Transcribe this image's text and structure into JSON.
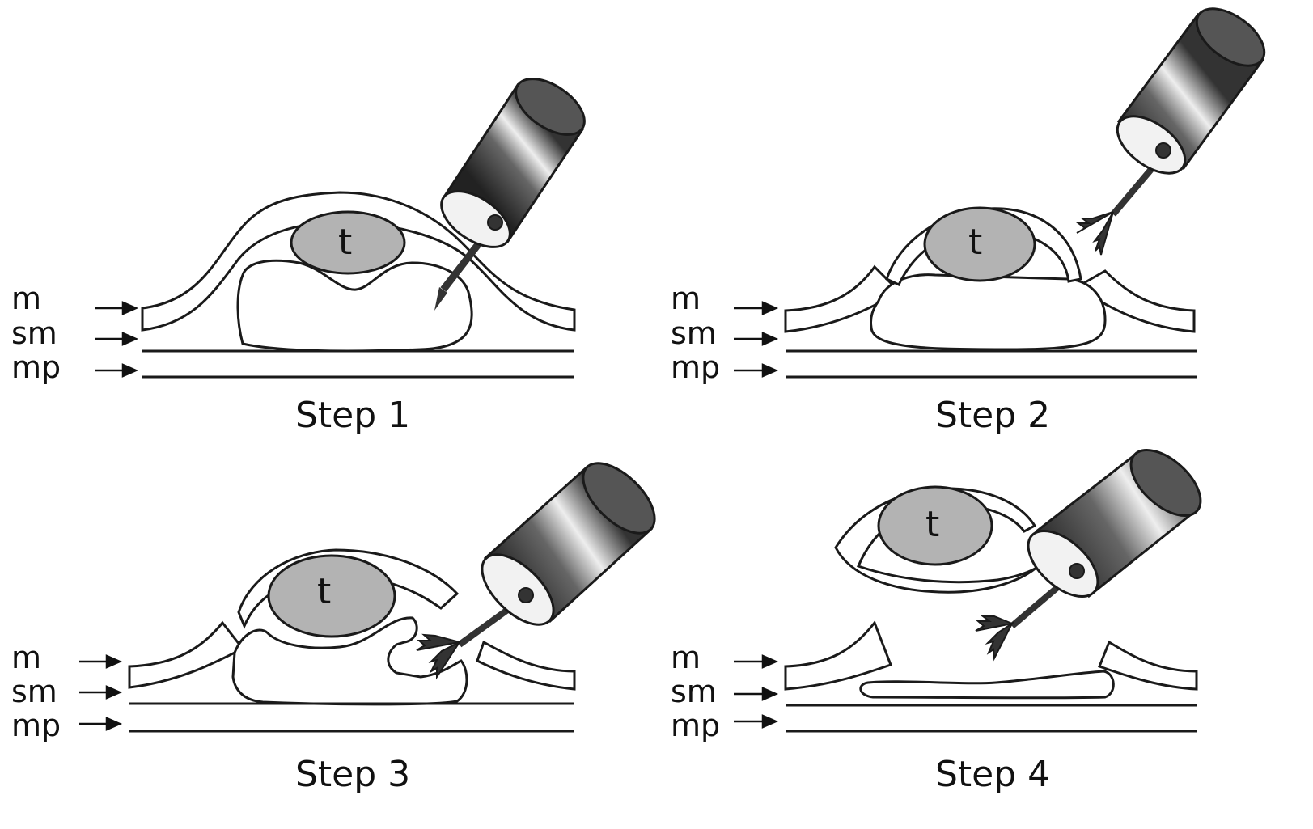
{
  "layer_labels": [
    "m",
    "sm",
    "mp"
  ],
  "tumor_label": "t",
  "steps": [
    {
      "caption": "Step 1"
    },
    {
      "caption": "Step 2"
    },
    {
      "caption": "Step 3"
    },
    {
      "caption": "Step 4"
    }
  ],
  "colors": {
    "line": "#1a1a1a",
    "tumor": "#b3b3b3",
    "background": "#ffffff"
  }
}
